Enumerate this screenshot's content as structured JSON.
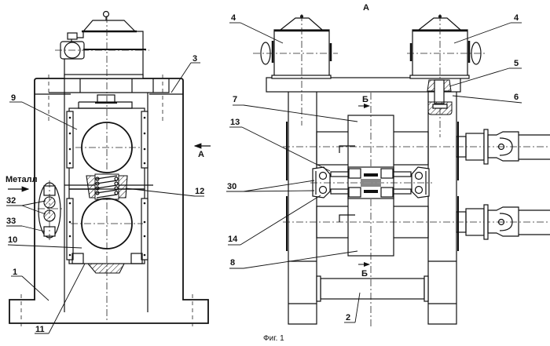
{
  "figure": {
    "caption": "Фиг. 1",
    "view_label": "А"
  },
  "left_view": {
    "flow_label": "Металл",
    "view_arrow_label": "А",
    "callouts": [
      {
        "id": "1",
        "text": "1"
      },
      {
        "id": "3",
        "text": "3"
      },
      {
        "id": "9",
        "text": "9"
      },
      {
        "id": "10",
        "text": "10"
      },
      {
        "id": "11",
        "text": "11"
      },
      {
        "id": "12",
        "text": "12"
      },
      {
        "id": "32",
        "text": "32"
      },
      {
        "id": "33",
        "text": "33"
      }
    ]
  },
  "right_view": {
    "section_label_top": "Б",
    "section_label_bottom": "Б",
    "callouts": [
      {
        "id": "2",
        "text": "2"
      },
      {
        "id": "4a",
        "text": "4"
      },
      {
        "id": "4b",
        "text": "4"
      },
      {
        "id": "5",
        "text": "5"
      },
      {
        "id": "6",
        "text": "6"
      },
      {
        "id": "7",
        "text": "7"
      },
      {
        "id": "8",
        "text": "8"
      },
      {
        "id": "13",
        "text": "13"
      },
      {
        "id": "14",
        "text": "14"
      },
      {
        "id": "30",
        "text": "30"
      }
    ]
  }
}
